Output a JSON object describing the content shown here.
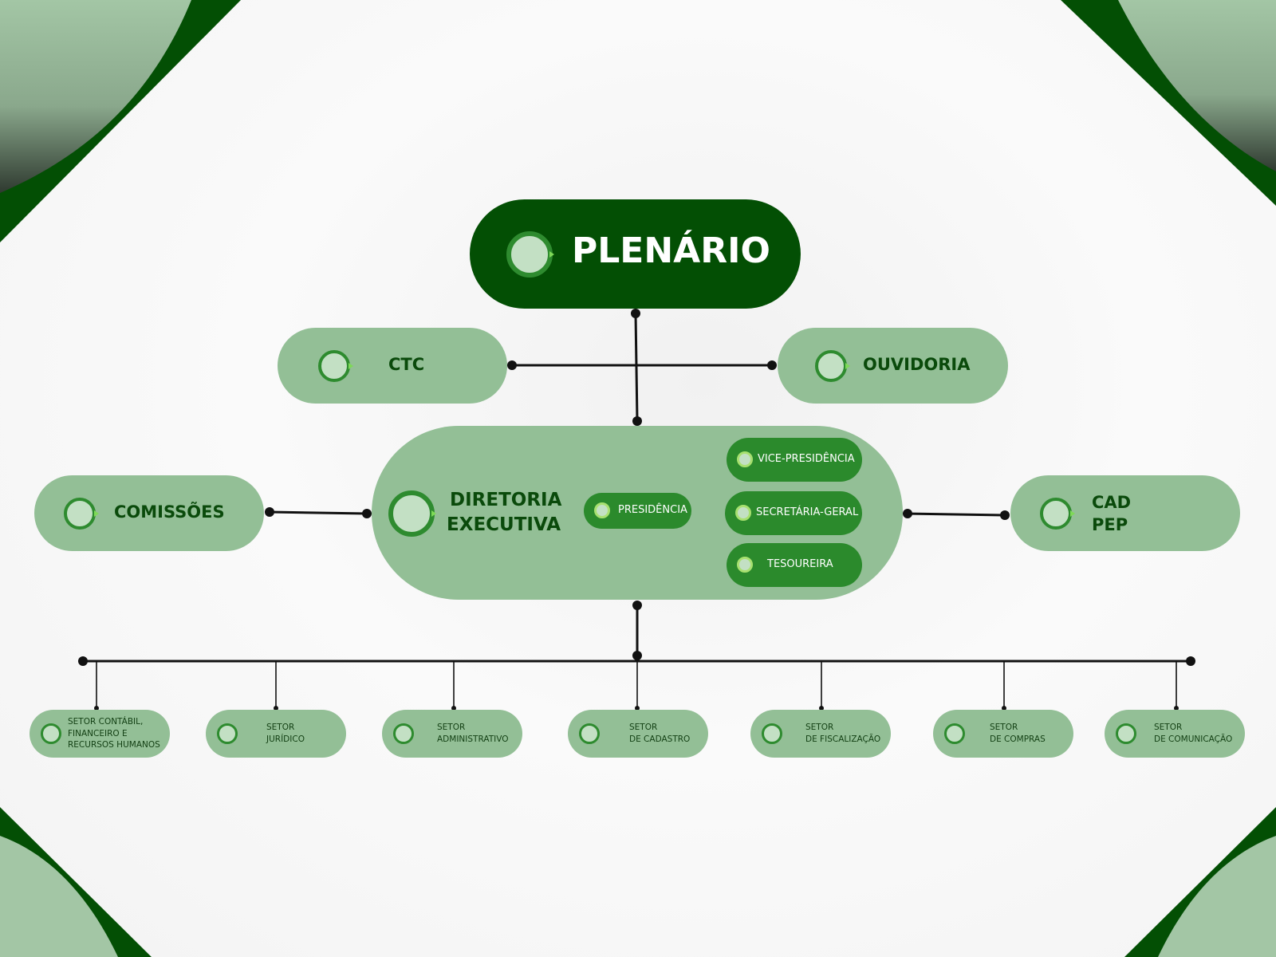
{
  "colors": {
    "dark_green": "#034f04",
    "light_green": "#93bf96",
    "mid_green": "#2b8a2c",
    "ring_fill": "#c3e0c4",
    "accent": "#7ed957",
    "connector": "#111111"
  },
  "top": {
    "plenario": "PLENÁRIO"
  },
  "side_row": {
    "ctc": "CTC",
    "ouvidoria": "OUVIDORIA"
  },
  "middle_row": {
    "comissoes": "COMISSÕES",
    "diretoria_line1": "DIRETORIA",
    "diretoria_line2": "EXECUTIVA",
    "cad_line1": "CAD",
    "cad_line2": "PEP"
  },
  "diretoria_roles": {
    "presidencia": "PRESIDÊNCIA",
    "vice_presidencia": "VICE-PRESIDÊNCIA",
    "secretaria_geral": "SECRETÁRIA-GERAL",
    "tesoureira": "TESOUREIRA"
  },
  "sectors": [
    {
      "lines": [
        "SETOR CONTÁBIL,",
        "FINANCEIRO E",
        "RECURSOS HUMANOS"
      ]
    },
    {
      "lines": [
        "SETOR",
        "JURÍDICO"
      ]
    },
    {
      "lines": [
        "SETOR",
        "ADMINISTRATIVO"
      ]
    },
    {
      "lines": [
        "SETOR",
        "DE CADASTRO"
      ]
    },
    {
      "lines": [
        "SETOR",
        "DE FISCALIZAÇÃO"
      ]
    },
    {
      "lines": [
        "SETOR",
        "DE COMPRAS"
      ]
    },
    {
      "lines": [
        "SETOR",
        "DE COMUNICAÇÃO"
      ]
    }
  ]
}
